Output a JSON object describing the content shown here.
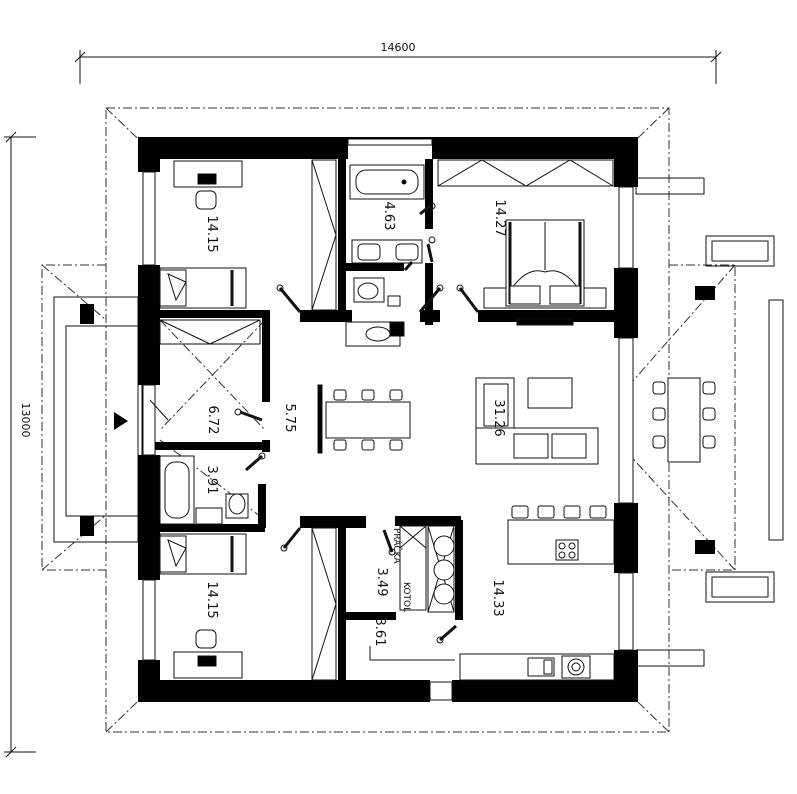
{
  "dimensions": {
    "width": "14600",
    "height": "13000"
  },
  "rooms": [
    {
      "id": "bedroom-top-left",
      "area": "14.15"
    },
    {
      "id": "bathroom-top",
      "area": "4.63"
    },
    {
      "id": "master-bedroom",
      "area": "14.27"
    },
    {
      "id": "corridor",
      "area": "6.72"
    },
    {
      "id": "hall",
      "area": "5.75"
    },
    {
      "id": "living-room",
      "area": "31.26"
    },
    {
      "id": "bathroom-left",
      "area": "3.91"
    },
    {
      "id": "bedroom-bottom-left",
      "area": "14.15"
    },
    {
      "id": "utility-room",
      "area": "3.49"
    },
    {
      "id": "kitchen",
      "area": "14.33"
    },
    {
      "id": "pantry",
      "area": "3.61"
    }
  ],
  "appliance_labels": {
    "washer": "PRÁČKA",
    "boiler": "KOTOL"
  },
  "colors": {
    "wall": "#000000",
    "line": "#1a1a1a",
    "background": "#ffffff"
  }
}
